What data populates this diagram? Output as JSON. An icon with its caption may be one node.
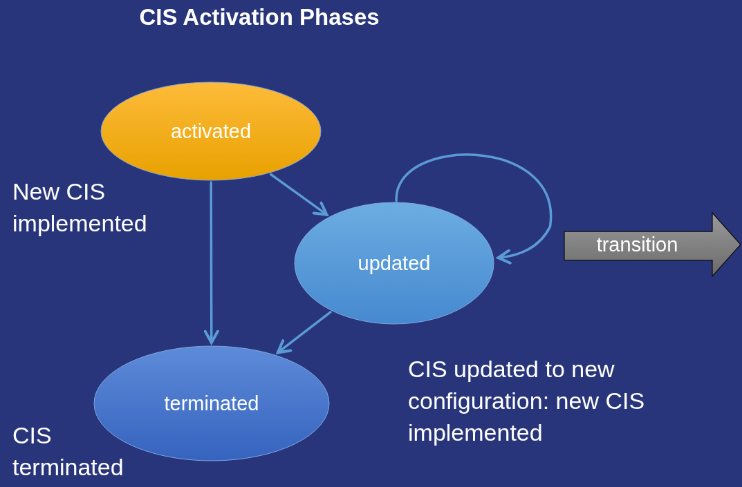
{
  "diagram": {
    "title": "CIS Activation Phases",
    "nodes": [
      {
        "text": [
          "activated"
        ],
        "beside": [
          "New CIS implemented"
        ]
      },
      {
        "text": [
          "updated"
        ],
        "beside": [
          "CIS updated to new configuration: new CIS implemented"
        ]
      },
      {
        "text": [
          "terminated"
        ],
        "beside": [
          "CIS terminated"
        ]
      },
      {
        "text": [
          "transition"
        ]
      }
    ],
    "edges": [
      {
        "from": 0,
        "to": 1,
        "arrow": "to"
      },
      {
        "from": 0,
        "to": 2,
        "arrow": "to"
      },
      {
        "from": 1,
        "to": 1,
        "arrow": "to"
      },
      {
        "from": 1,
        "to": 2,
        "arrow": "to"
      }
    ]
  }
}
